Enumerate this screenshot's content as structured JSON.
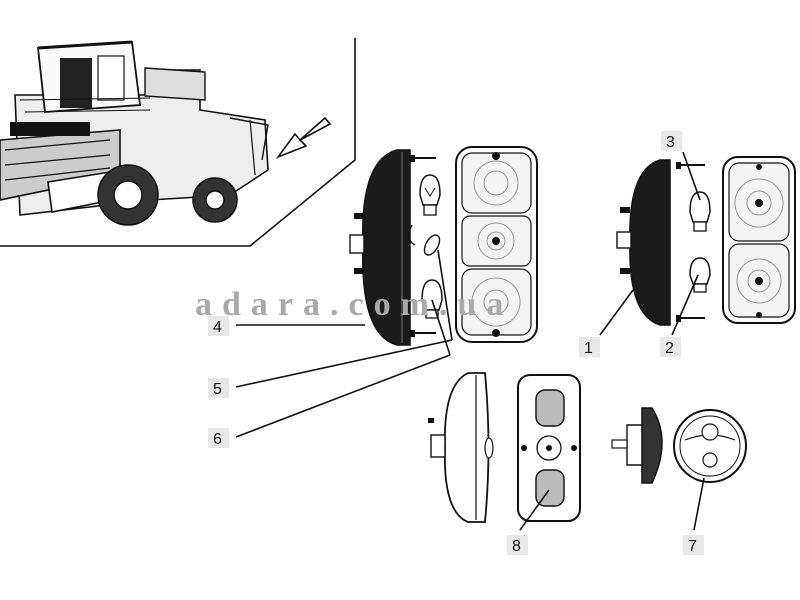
{
  "watermark": "adara.com.ua",
  "callouts": [
    {
      "id": "1",
      "text": "1"
    },
    {
      "id": "2",
      "text": "2"
    },
    {
      "id": "3",
      "text": "3"
    },
    {
      "id": "4",
      "text": "4"
    },
    {
      "id": "5",
      "text": "5"
    },
    {
      "id": "6",
      "text": "6"
    },
    {
      "id": "7",
      "text": "7"
    },
    {
      "id": "8",
      "text": "8"
    }
  ],
  "colors": {
    "ink": "#111111",
    "label_bg": "#e8e8e8",
    "watermark": "#a9a9a9"
  },
  "icons": [
    "combine-harvester-icon",
    "location-arrow-icon",
    "lamp-bulb-icon"
  ]
}
